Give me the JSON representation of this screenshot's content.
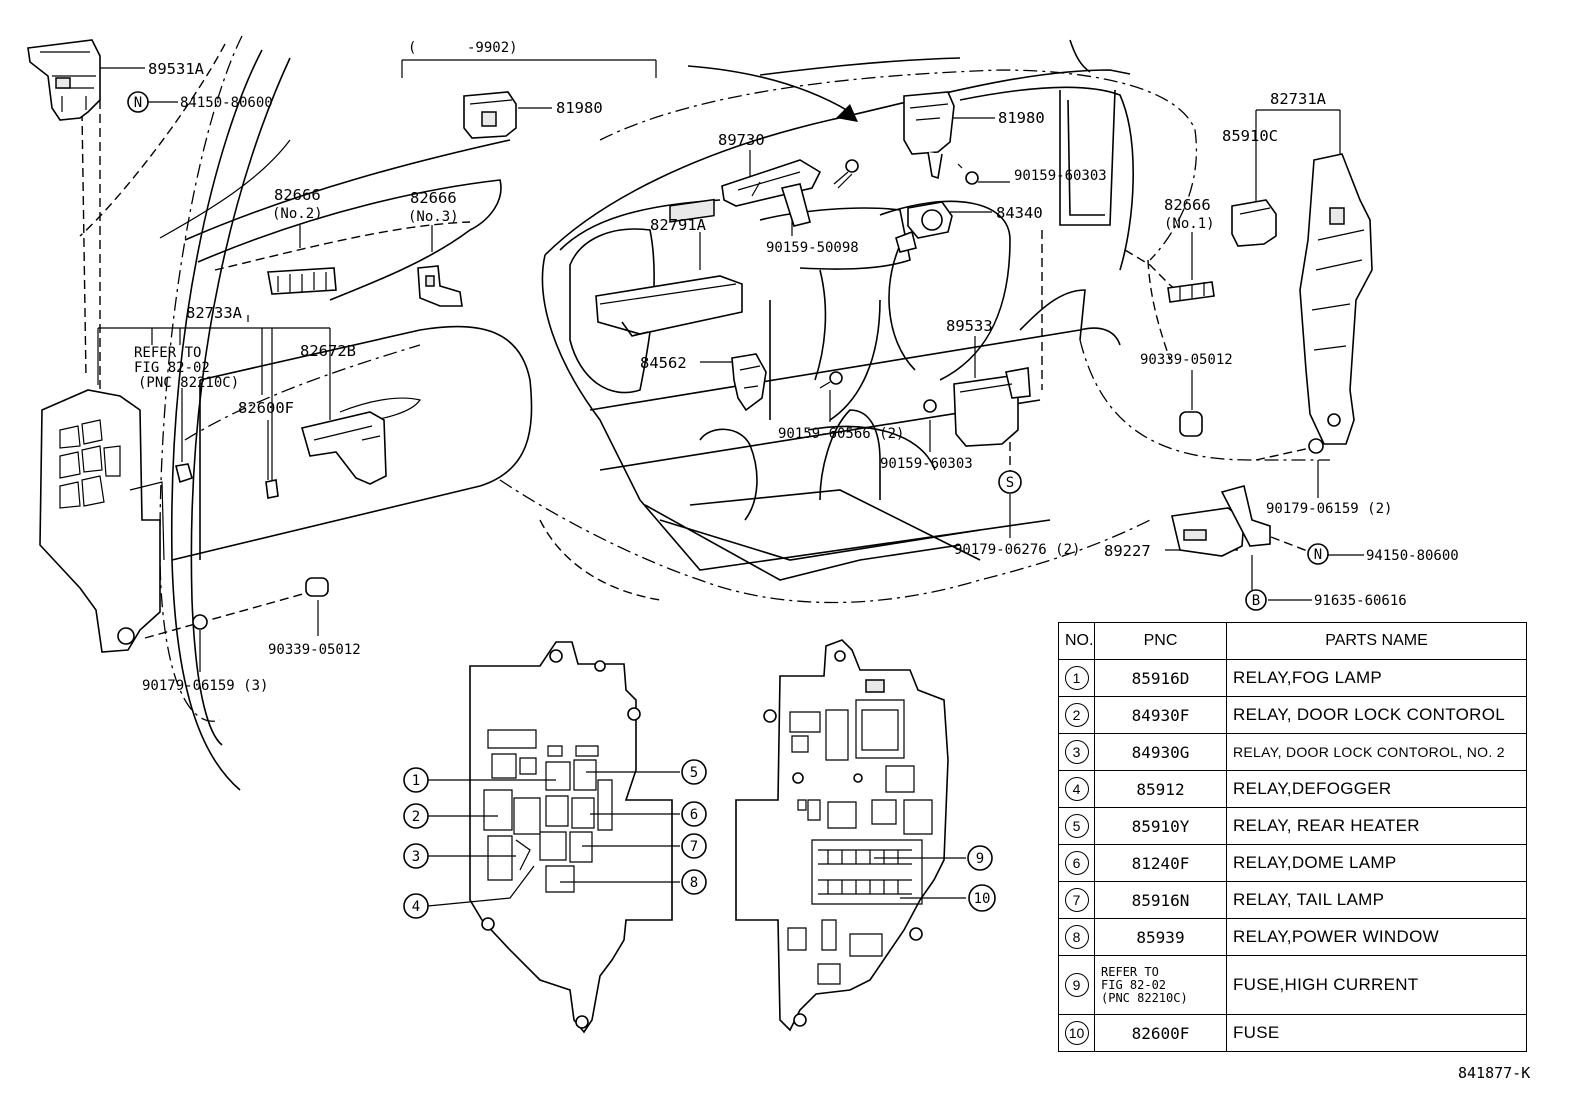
{
  "labels": {
    "p89531A": "89531A",
    "p84150_80600": "84150-80600",
    "bracket9902": "(      -9902)",
    "p81980_a": "81980",
    "p81980_b": "81980",
    "p89730": "89730",
    "p82791A": "82791A",
    "p90159_50098": "90159-50098",
    "p90159_60303_a": "90159-60303",
    "p84340": "84340",
    "p82666_no2": "82666",
    "p82666_no2_sub": "(No.2)",
    "p82666_no3": "82666",
    "p82666_no3_sub": "(No.3)",
    "p82733A": "82733A",
    "p82672B": "82672B",
    "refer_l1": "REFER TO",
    "refer_l2": "FIG 82-02",
    "refer_l3": "(PNC 82210C)",
    "p82600F": "82600F",
    "p84562": "84562",
    "p89533": "89533",
    "p90159_60566": "90159-60566 (2)",
    "p90159_60303_b": "90159-60303",
    "p90179_06276": "90179-06276 (2)",
    "p82731A": "82731A",
    "p85910C": "85910C",
    "p82666_no1": "82666",
    "p82666_no1_sub": "(No.1)",
    "p90339_05012_r": "90339-05012",
    "p90179_06159_2": "90179-06159 (2)",
    "p89227": "89227",
    "p94150_80600": "94150-80600",
    "p91635_60616": "91635-60616",
    "p90339_05012_l": "90339-05012",
    "p90179_06159_3": "90179-06159 (3)",
    "mark_n": "N",
    "mark_s": "S",
    "mark_b": "B"
  },
  "callouts": [
    "1",
    "2",
    "3",
    "4",
    "5",
    "6",
    "7",
    "8",
    "9",
    "10"
  ],
  "table": {
    "headers": {
      "no": "NO.",
      "pnc": "PNC",
      "name": "PARTS NAME"
    },
    "rows": [
      {
        "no": "1",
        "pnc": "85916D",
        "name": "RELAY,FOG LAMP"
      },
      {
        "no": "2",
        "pnc": "84930F",
        "name": "RELAY, DOOR LOCK CONTOROL"
      },
      {
        "no": "3",
        "pnc": "84930G",
        "name": "RELAY, DOOR LOCK CONTOROL, NO. 2"
      },
      {
        "no": "4",
        "pnc": "85912",
        "name": "RELAY,DEFOGGER"
      },
      {
        "no": "5",
        "pnc": "85910Y",
        "name": "RELAY, REAR HEATER"
      },
      {
        "no": "6",
        "pnc": "81240F",
        "name": "RELAY,DOME LAMP"
      },
      {
        "no": "7",
        "pnc": "85916N",
        "name": "RELAY, TAIL LAMP"
      },
      {
        "no": "8",
        "pnc": "85939",
        "name": "RELAY,POWER WINDOW"
      },
      {
        "no": "9",
        "pnc_l1": "REFER TO",
        "pnc_l2": "FIG 82-02",
        "pnc_l3": "(PNC 82210C)",
        "name": "FUSE,HIGH CURRENT"
      },
      {
        "no": "10",
        "pnc": "82600F",
        "name": "FUSE"
      }
    ]
  },
  "catalog_code": "841877-K"
}
